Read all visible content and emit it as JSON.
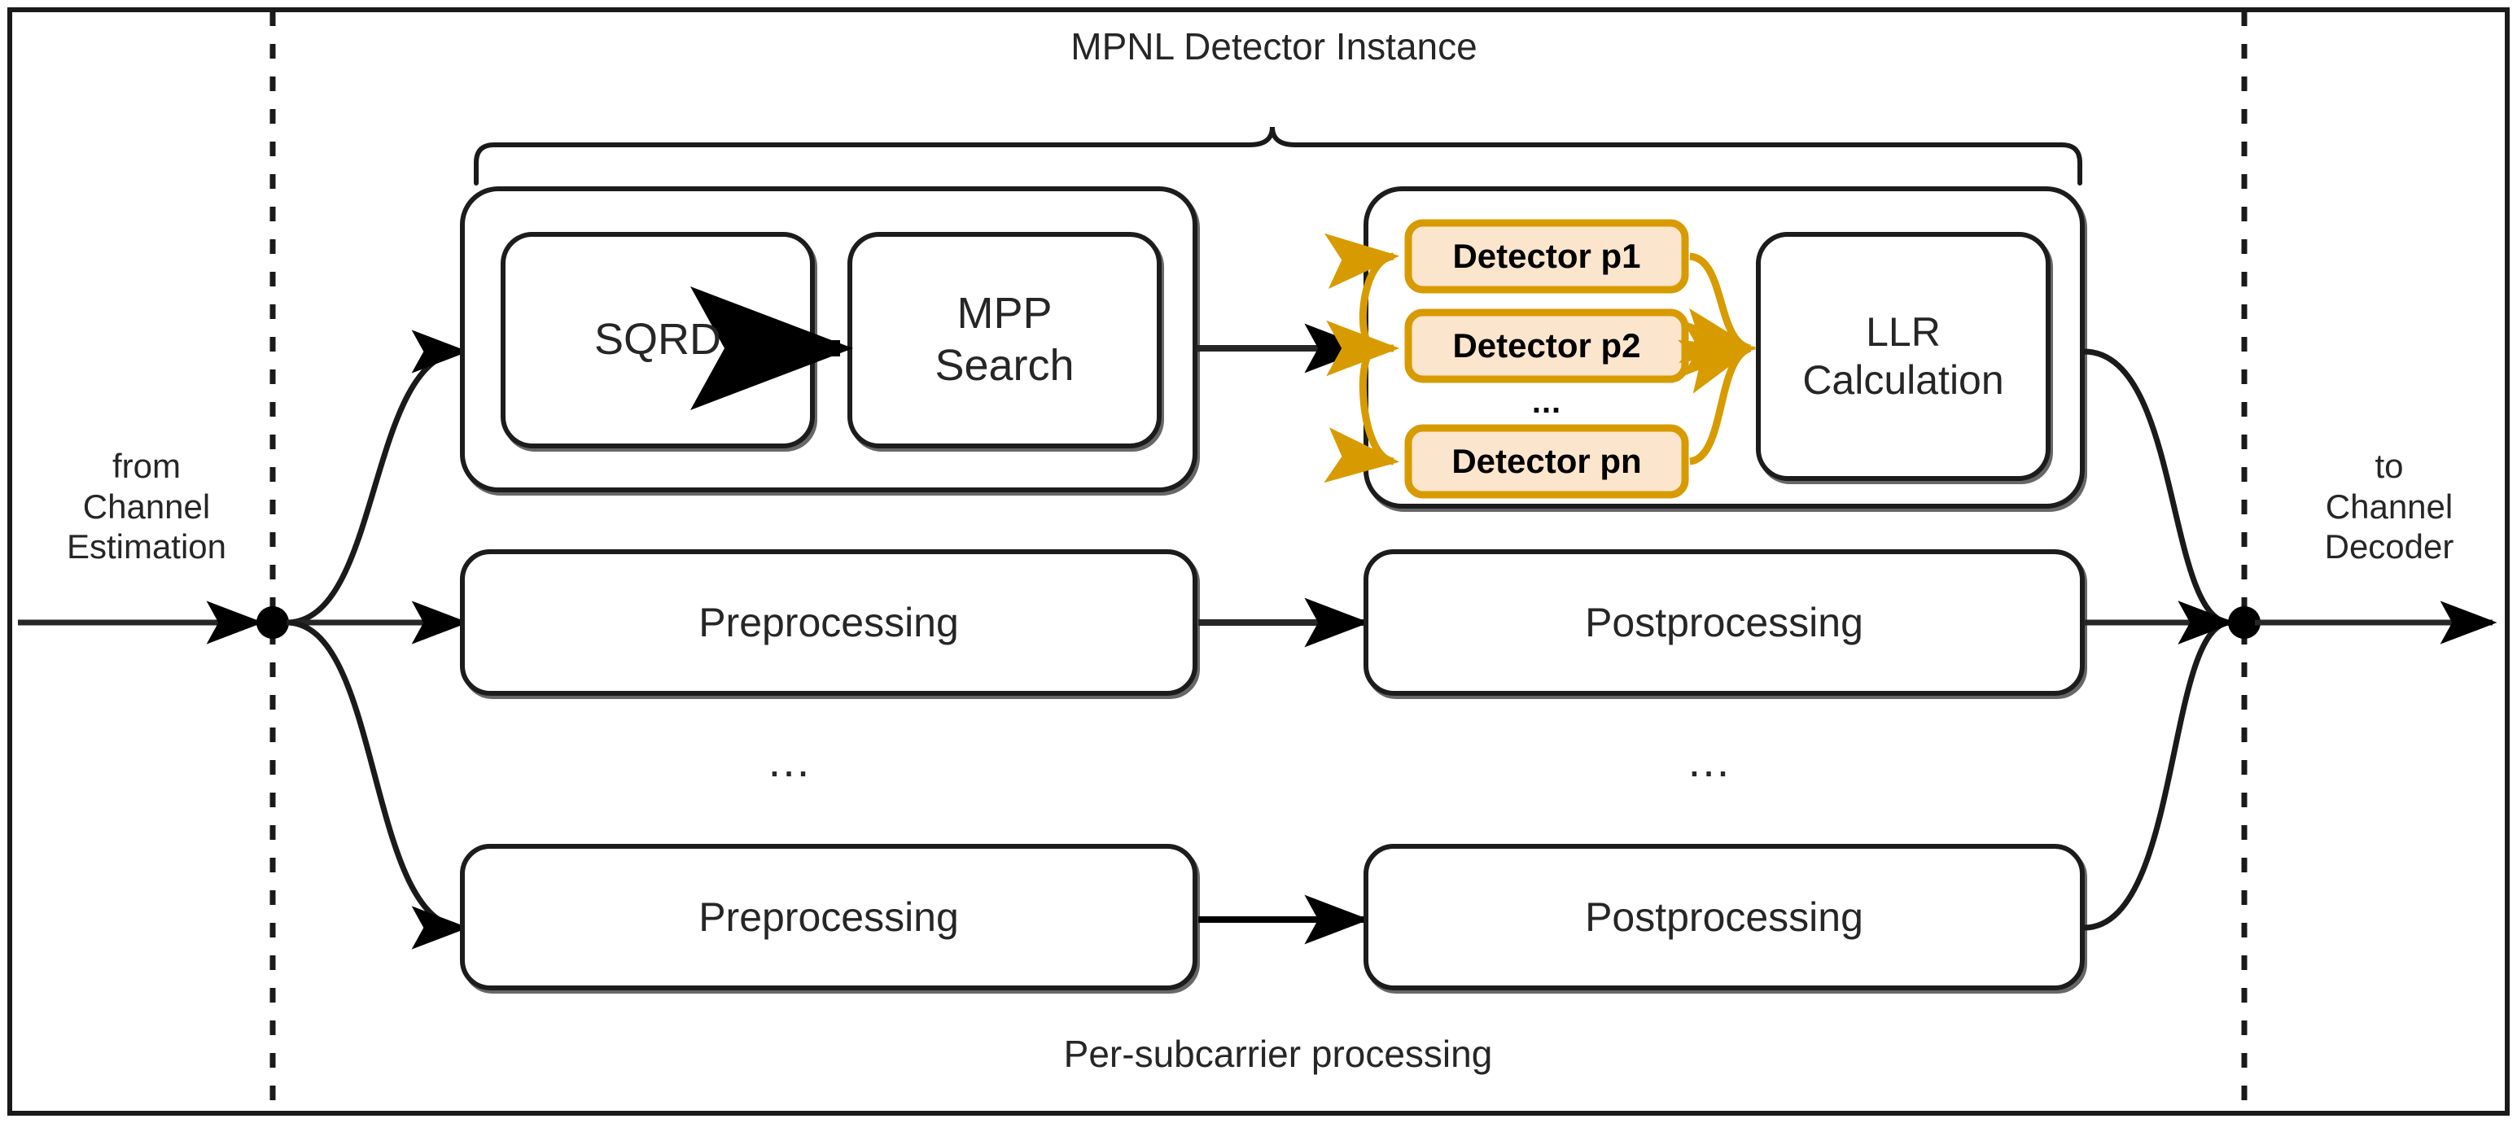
{
  "diagram": {
    "title": "MPNL Detector Instance",
    "caption": "Per-subcarrier processing",
    "io": {
      "input_label": "from\nChannel\nEstimation",
      "output_label": "to\nChannel\nDecoder"
    },
    "colors": {
      "outline": "#1a1a1a",
      "text": "#262626",
      "detector_fill": "#FCE5CD",
      "detector_stroke": "#D79B00",
      "detector_text": "#000000",
      "arrow": "#000000",
      "background": "#FFFFFF"
    },
    "boundary": {
      "left_divider": "dashed",
      "right_divider": "dashed",
      "frame": "solid"
    },
    "rows": [
      {
        "name": "mpnl-row",
        "stages": [
          {
            "id": "mpnl-left-group",
            "type": "group",
            "children": [
              {
                "id": "sqrd",
                "label": "SQRD"
              },
              {
                "id": "mpp-search",
                "label": "MPP\nSearch"
              }
            ]
          },
          {
            "id": "mpnl-right-group",
            "type": "group",
            "children": [
              {
                "id": "detector-p1",
                "label": "Detector p1",
                "highlight": true
              },
              {
                "id": "detector-p2",
                "label": "Detector p2",
                "highlight": true
              },
              {
                "id": "detector-ellipsis",
                "label": "...",
                "highlight": false
              },
              {
                "id": "detector-pn",
                "label": "Detector pn",
                "highlight": true
              },
              {
                "id": "llr-calculation",
                "label": "LLR\nCalculation",
                "highlight": false
              }
            ]
          }
        ]
      },
      {
        "name": "middle-row",
        "stages": [
          {
            "id": "preprocessing-1",
            "label": "Preprocessing"
          },
          {
            "id": "postprocessing-1",
            "label": "Postprocessing"
          }
        ]
      },
      {
        "name": "row-ellipsis",
        "left_ellipsis": "...",
        "right_ellipsis": "..."
      },
      {
        "name": "bottom-row",
        "stages": [
          {
            "id": "preprocessing-n",
            "label": "Preprocessing"
          },
          {
            "id": "postprocessing-n",
            "label": "Postprocessing"
          }
        ]
      }
    ]
  }
}
